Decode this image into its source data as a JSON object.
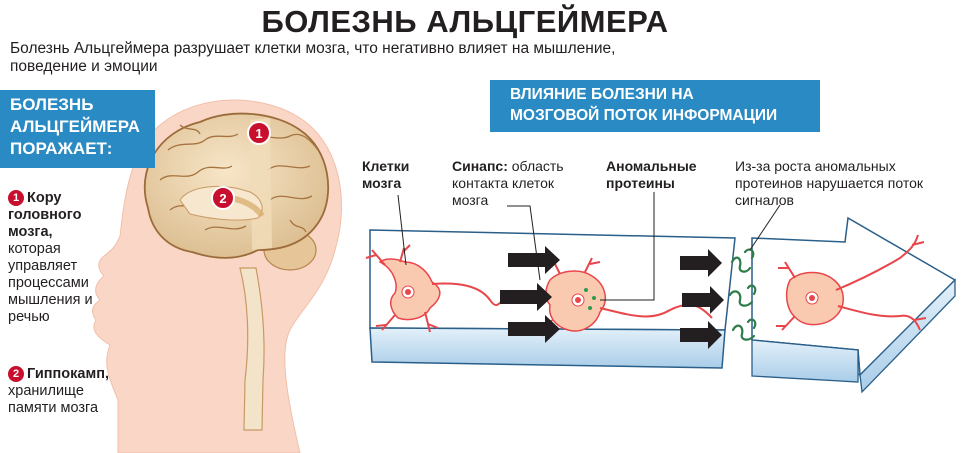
{
  "title": "БОЛЕЗНЬ АЛЬЦГЕЙМЕРА",
  "subtitle": "Болезнь Альцгеймера разрушает клетки мозга, что негативно влияет на мышление, поведение и эмоции",
  "affects_box": {
    "line1": "БОЛЕЗНЬ",
    "line2": "АЛЬЦГЕЙМЕРА",
    "line3": "ПОРАЖАЕТ:"
  },
  "parts": [
    {
      "number": "1",
      "name": "Кору головного мозга,",
      "description": "которая управляет процессами мышления и речью"
    },
    {
      "number": "2",
      "name": "Гиппокамп,",
      "description": "хранилище памяти мозга"
    }
  ],
  "impact_box": {
    "line1": "ВЛИЯНИЕ БОЛЕЗНИ НА",
    "line2": "МОЗГОВОЙ ПОТОК ИНФОРМАЦИИ"
  },
  "labels": {
    "brain_cells": "Клетки мозга",
    "synapse_term": "Синапс:",
    "synapse_desc": "область контакта клеток мозга",
    "abnormal_proteins": "Аномальные протеины",
    "disruption": "Из-за роста аномальных протеинов нарушается поток сигналов"
  },
  "colors": {
    "accent_blue": "#2a8ac3",
    "marker_red": "#c8102e",
    "neuron_fill": "#f9c9b0",
    "neuron_stroke": "#e8464a",
    "skin": "#fad6c6",
    "brain": "#efd7b0",
    "stream_top": "#ffffff",
    "stream_side": "#cfe6f6"
  },
  "icons": [
    "head-silhouette",
    "brain-illustration",
    "neuron-icon",
    "arrow-icon",
    "protein-icon"
  ]
}
